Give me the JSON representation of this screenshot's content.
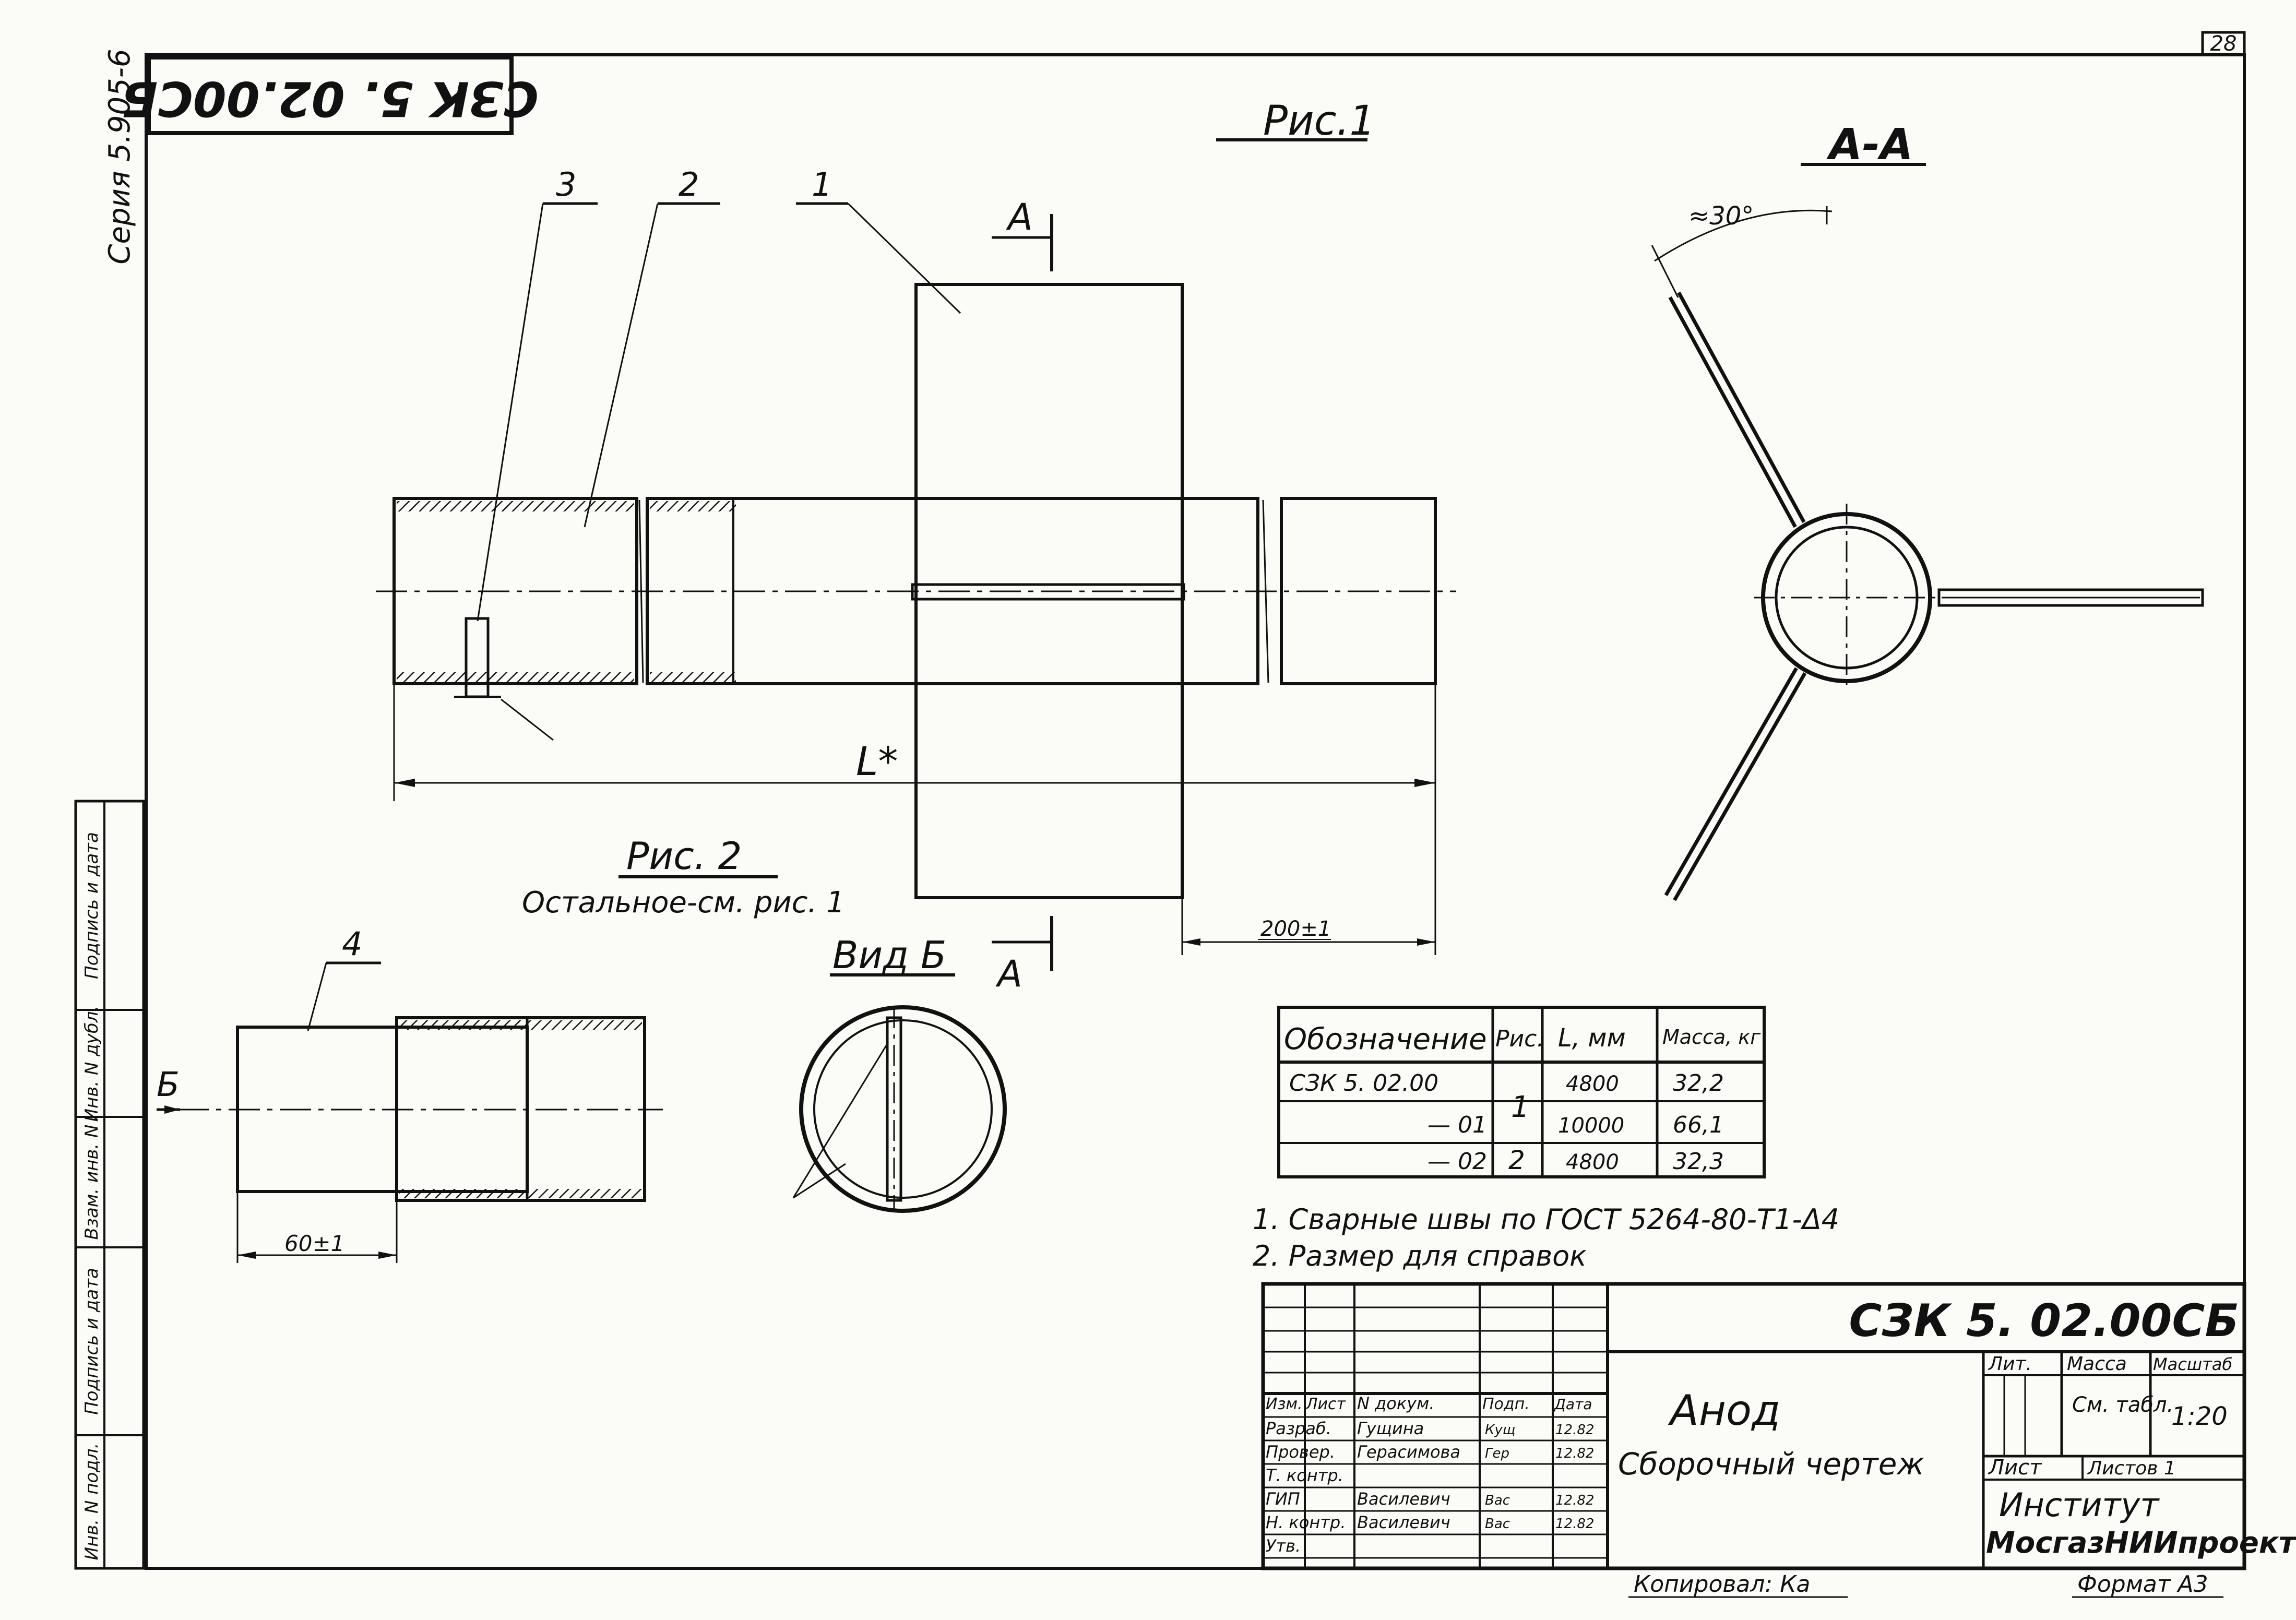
{
  "sheet_number": "28",
  "series": "Серия 5.905-6",
  "stamp_code_rotated": "СЗК 5. 02.00СБ",
  "fig1": {
    "title": "Рис.1",
    "section": "А-А",
    "section_mark_top": "А",
    "section_mark_bottom": "А",
    "angle": "≈30°",
    "length": "L*",
    "dim_200": "200±1"
  },
  "fig2": {
    "title": "Рис. 2",
    "subtitle": "Остальное-см. рис. 1",
    "view": "Вид Б",
    "arrow_label": "Б",
    "dim_60": "60±1"
  },
  "callouts": [
    "1",
    "2",
    "3",
    "4"
  ],
  "side_stamp": [
    "Инв. N подл.",
    "Подпись и дата",
    "Взам. инв. N",
    "Инв. N дубл.",
    "Подпись и дата"
  ],
  "table": {
    "headers": [
      "Обозначение",
      "Рис.",
      "L, мм",
      "Масса, кг"
    ],
    "rows": [
      [
        "СЗК 5. 02.00",
        "1",
        "4800",
        "32,2"
      ],
      [
        "— 01",
        "",
        "10000",
        "66,1"
      ],
      [
        "— 02",
        "2",
        "4800",
        "32,3"
      ]
    ]
  },
  "notes": [
    "1. Сварные швы по ГОСТ 5264-80-Т1-Δ4",
    "2. Размер для справок"
  ],
  "title_block": {
    "code": "СЗК 5. 02.00СБ",
    "name": "Анод",
    "doc_type": "Сборочный чертеж",
    "header_cols": [
      "Изм.",
      "Лист",
      "N докум.",
      "Подп.",
      "Дата"
    ],
    "rows": [
      [
        "Разраб.",
        "Гущина",
        "Кущ",
        "12.82"
      ],
      [
        "Провер.",
        "Герасимова",
        "Гер",
        "12.82"
      ],
      [
        "Т. контр.",
        "",
        "",
        ""
      ],
      [
        "ГИП",
        "Василевич",
        "Вас",
        "12.82"
      ],
      [
        "Н. контр.",
        "Василевич",
        "Вас",
        "12.82"
      ],
      [
        "Утв.",
        "",
        "",
        ""
      ]
    ],
    "lit_label": "Лит.",
    "mass_label": "Масса",
    "scale_label": "Масштаб",
    "mass_value": "См. табл.",
    "scale_value": "1:20",
    "sheet_label": "Лист",
    "sheets_label": "Листов 1",
    "org_line1": "Институт",
    "org_line2": "МосгазНИИпроект"
  },
  "copied": "Копировал: Ка",
  "format": "Формат А3"
}
